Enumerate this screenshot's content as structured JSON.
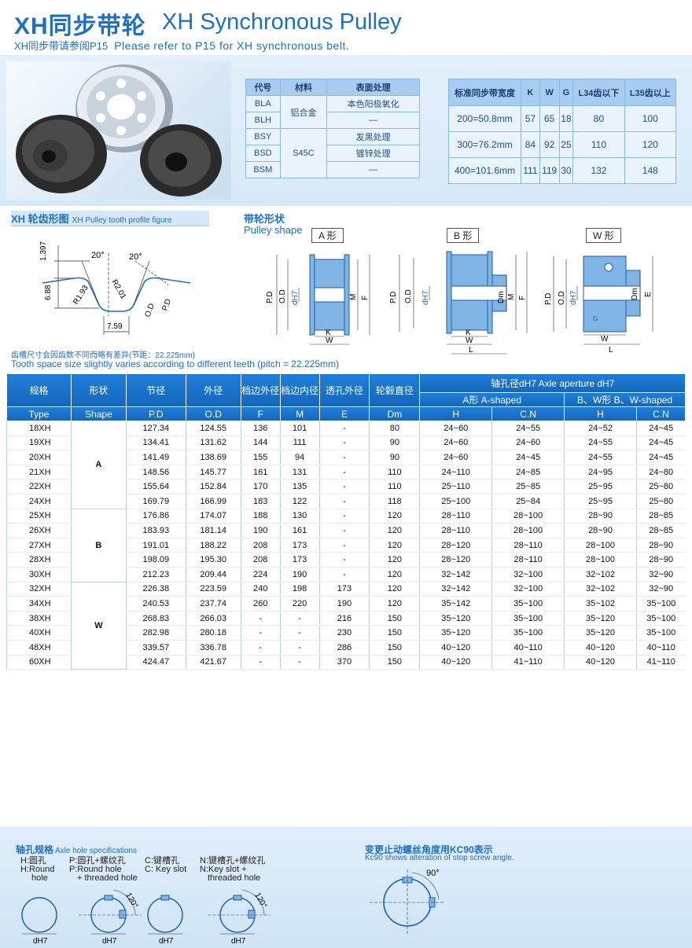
{
  "header": {
    "title_cn": "XH同步带轮",
    "title_en": "XH Synchronous Pulley",
    "subtitle_cn": "XH同步带请参阅P15",
    "subtitle_en": "Please refer to P15 for XH synchronous belt."
  },
  "material_table": {
    "headers": [
      "代号",
      "材料",
      "表面处理"
    ],
    "codes": [
      "BLA",
      "BLH",
      "BSY",
      "BSD",
      "BSM"
    ],
    "material_al": "铝合金",
    "material_steel": "S45C",
    "treatments": [
      "本色阳极氧化",
      "—",
      "发黑处理",
      "镀锌处理",
      "—"
    ]
  },
  "width_table": {
    "headers": [
      "标准同步带宽度",
      "K",
      "W",
      "G",
      "L34齿以下",
      "L35齿以上"
    ],
    "rows": [
      [
        "200=50.8mm",
        "57",
        "65",
        "18",
        "80",
        "100"
      ],
      [
        "300=76.2mm",
        "84",
        "92",
        "25",
        "110",
        "120"
      ],
      [
        "400=101.6mm",
        "111",
        "119",
        "30",
        "132",
        "148"
      ]
    ]
  },
  "tooth_profile": {
    "title_cn": "XH 轮齿形图",
    "title_en": "XH Pulley tooth profile figure",
    "dims": {
      "h1": "1.397",
      "h2": "6.88",
      "r1": "R1.93",
      "r2": "R2.01",
      "w": "7.59",
      "angle": "20°",
      "od": "O.D",
      "pd": "P.D"
    }
  },
  "pulley_shape": {
    "title_cn": "带轮形状",
    "title_en": "Pulley shape",
    "labels": [
      "A 形",
      "B 形",
      "W 形"
    ],
    "dims": {
      "pd": "P.D",
      "od": "O.D",
      "dh7": "dH7",
      "m": "M",
      "f": "F",
      "dm": "Dm",
      "e": "E",
      "k": "K",
      "w": "W",
      "l": "L",
      "g": "G"
    }
  },
  "note": {
    "cn": "齿槽尺寸会因齿数不同而略有差异(节距：22.225mm)",
    "en": "Tooth space size slightly varies according to different teeth (pitch = 22.225mm)"
  },
  "main_table": {
    "headers": {
      "type_cn": "规格",
      "type_en": "Type",
      "shape_cn": "形状",
      "shape_en": "Shape",
      "pd_cn": "节径",
      "pd_en": "P.D",
      "od_cn": "外径",
      "od_en": "O.D",
      "f_cn": "档边外径",
      "f_en": "F",
      "m_cn": "档边内径",
      "m_en": "M",
      "e_cn": "透孔外径",
      "e_en": "E",
      "dm_cn": "轮毂直径",
      "dm_en": "Dm",
      "axle": "轴孔径dH7      Axle aperture dH7",
      "a_shaped": "A形  A-shaped",
      "bw_shaped": "B、W形  B、W-shaped",
      "h": "H",
      "cn": "C.N"
    },
    "shapes": [
      "A",
      "B",
      "W"
    ],
    "rows": [
      [
        "18XH",
        "127.34",
        "124.55",
        "136",
        "101",
        "-",
        "80",
        "24~60",
        "24~55",
        "24~52",
        "24~45"
      ],
      [
        "19XH",
        "134.41",
        "131.62",
        "144",
        "111",
        "-",
        "90",
        "24~60",
        "24~60",
        "24~55",
        "24~45"
      ],
      [
        "20XH",
        "141.49",
        "138.69",
        "155",
        "94",
        "-",
        "90",
        "24~60",
        "24~45",
        "24~55",
        "24~45"
      ],
      [
        "21XH",
        "148.56",
        "145.77",
        "161",
        "131",
        "-",
        "110",
        "24~110",
        "24~85",
        "24~95",
        "24~80"
      ],
      [
        "22XH",
        "155.64",
        "152.84",
        "170",
        "135",
        "-",
        "110",
        "25~110",
        "25~85",
        "25~95",
        "25~80"
      ],
      [
        "24XH",
        "169.79",
        "166.99",
        "183",
        "122",
        "-",
        "118",
        "25~100",
        "25~84",
        "25~95",
        "25~80"
      ],
      [
        "25XH",
        "176.86",
        "174.07",
        "188",
        "130",
        "-",
        "120",
        "28~110",
        "28~100",
        "28~90",
        "28~85"
      ],
      [
        "26XH",
        "183.93",
        "181.14",
        "190",
        "161",
        "-",
        "120",
        "28~110",
        "28~100",
        "28~90",
        "28~85"
      ],
      [
        "27XH",
        "191.01",
        "188.22",
        "208",
        "173",
        "-",
        "120",
        "28~120",
        "28~110",
        "28~100",
        "28~90"
      ],
      [
        "28XH",
        "198.09",
        "195.30",
        "208",
        "173",
        "-",
        "120",
        "28~120",
        "28~110",
        "28~100",
        "28~90"
      ],
      [
        "30XH",
        "212.23",
        "209.44",
        "224",
        "190",
        "-",
        "120",
        "32~142",
        "32~100",
        "32~102",
        "32~90"
      ],
      [
        "32XH",
        "226.38",
        "223.59",
        "240",
        "198",
        "173",
        "120",
        "32~142",
        "32~100",
        "32~102",
        "32~90"
      ],
      [
        "34XH",
        "240.53",
        "237.74",
        "260",
        "220",
        "190",
        "120",
        "35~142",
        "35~100",
        "35~102",
        "35~100"
      ],
      [
        "38XH",
        "268.83",
        "266.03",
        "-",
        "-",
        "216",
        "150",
        "35~120",
        "35~100",
        "35~120",
        "35~100"
      ],
      [
        "40XH",
        "282.98",
        "280.18",
        "-",
        "-",
        "230",
        "150",
        "35~120",
        "35~100",
        "35~120",
        "35~100"
      ],
      [
        "48XH",
        "339.57",
        "336.78",
        "-",
        "-",
        "286",
        "150",
        "40~120",
        "40~110",
        "40~120",
        "40~110"
      ],
      [
        "60XH",
        "424.47",
        "421.67",
        "-",
        "-",
        "370",
        "150",
        "40~120",
        "41~110",
        "40~120",
        "41~110"
      ]
    ]
  },
  "axle_hole": {
    "title_cn": "轴孔规格",
    "title_en": "Axle hole specifications",
    "items": [
      {
        "l1": "H:圆孔",
        "l2": "H:Round",
        "l3": "hole"
      },
      {
        "l1": "P:圆孔+螺纹孔",
        "l2": "P:Round hole",
        "l3": "+ threaded hole"
      },
      {
        "l1": "C:键槽孔",
        "l2": "C:  Key slot",
        "l3": ""
      },
      {
        "l1": "N:键槽孔+螺纹孔",
        "l2": "N:Key slot +",
        "l3": "threaded hole"
      }
    ],
    "dh7": "dH7",
    "angle": "120°"
  },
  "kc90": {
    "title_cn": "变更止动螺丝角度用KC90表示",
    "title_en": "Kc90 shows alteration of stop screw angle.",
    "angle": "90°"
  },
  "colors": {
    "accent": "#1f6fc4",
    "header_blue": "#1566bc",
    "band": "#e3f0fb"
  }
}
